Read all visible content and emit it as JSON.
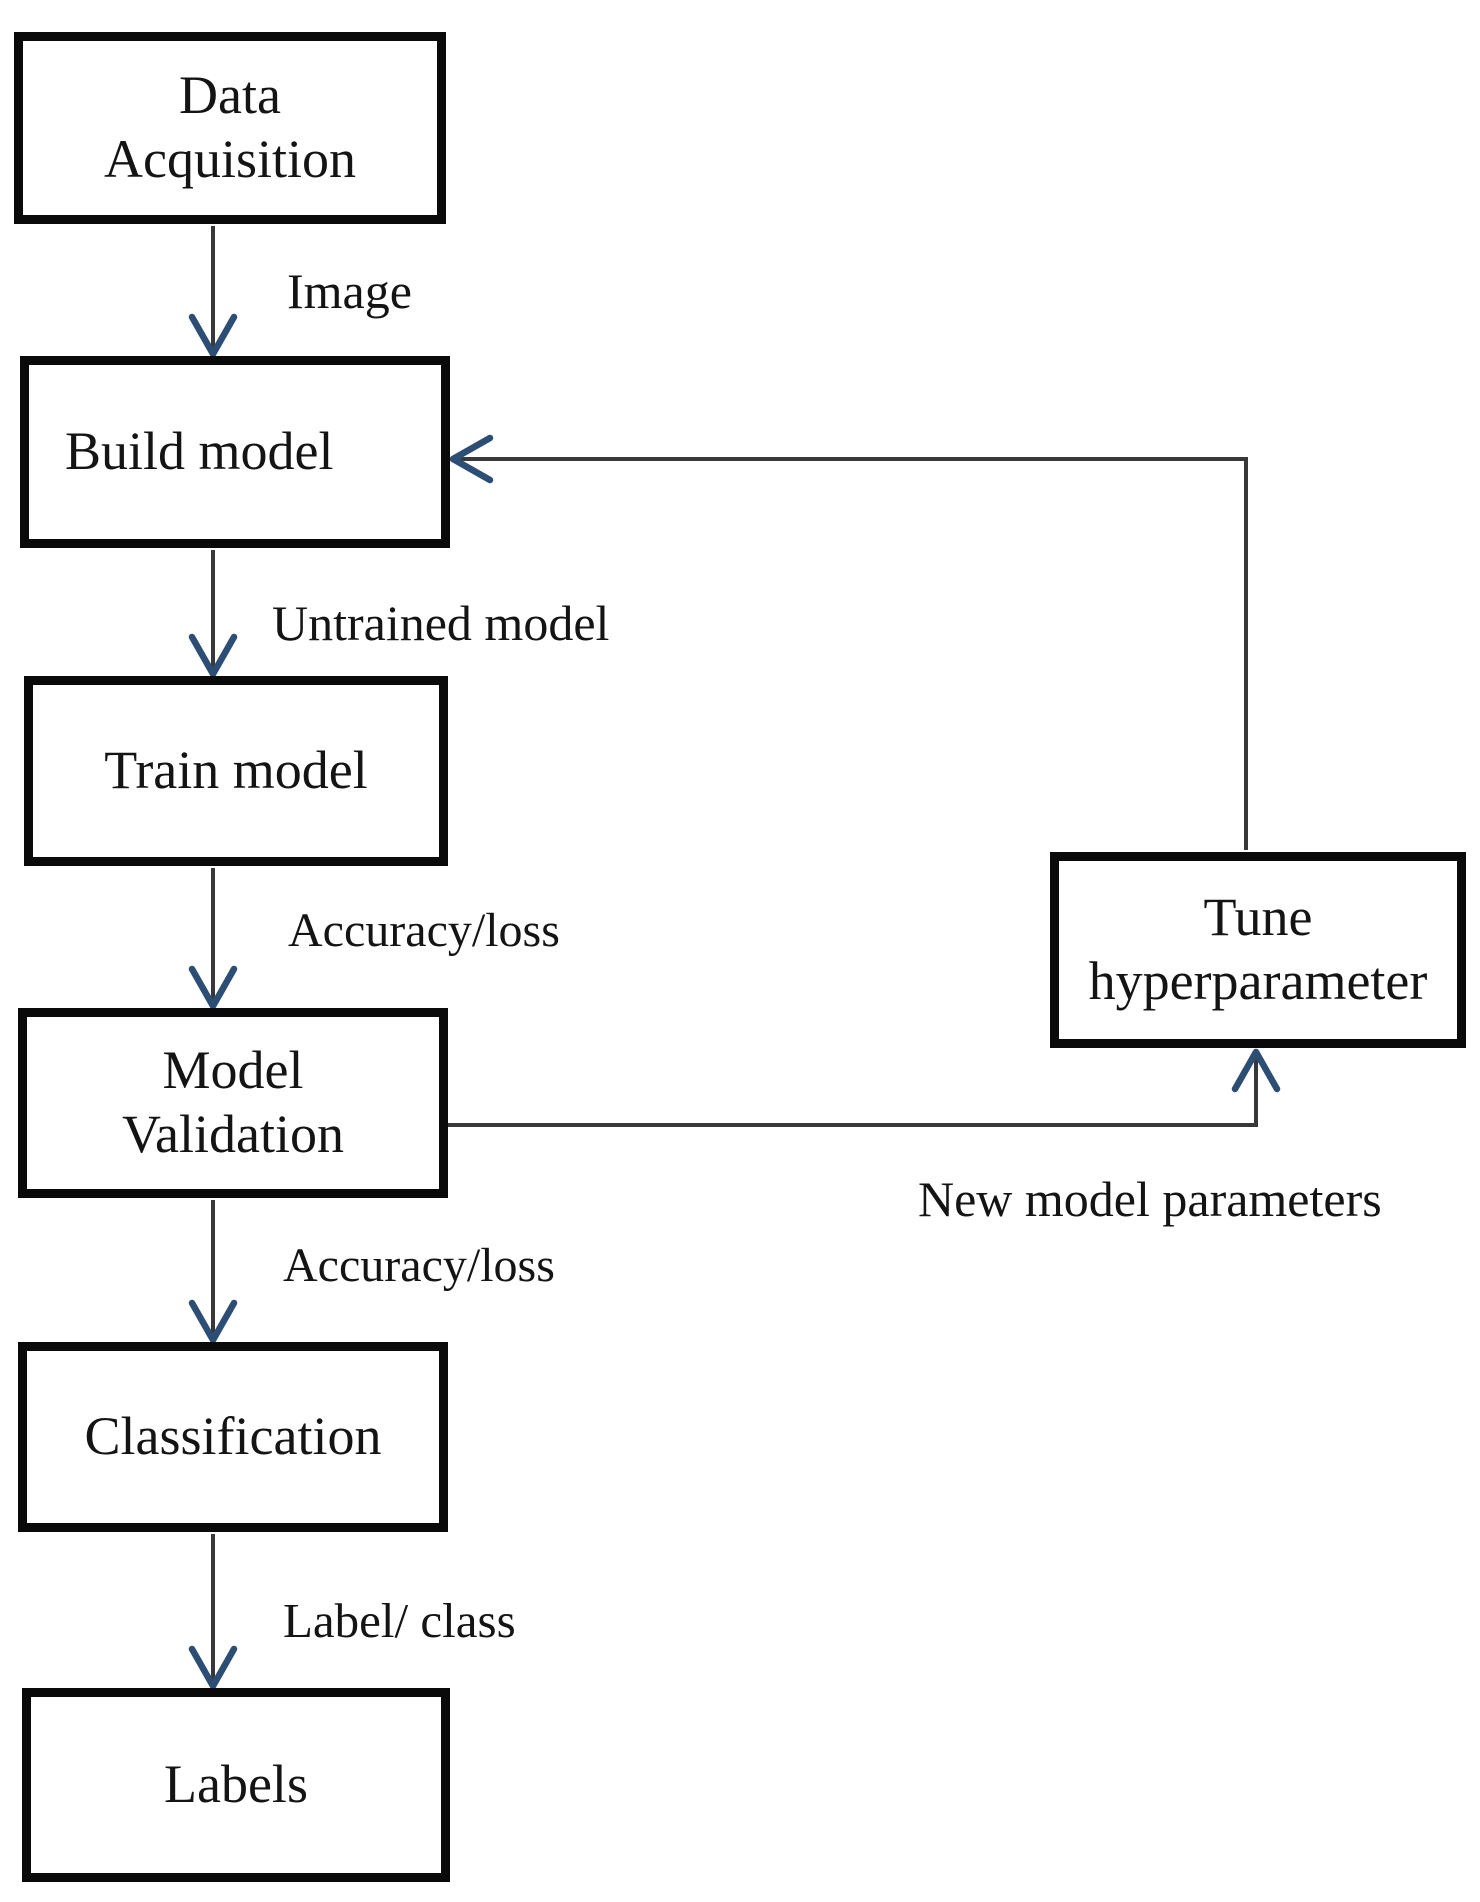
{
  "diagram": {
    "type": "flowchart",
    "background": "#ffffff",
    "nodes": [
      {
        "id": "data_acquisition",
        "label": "Data\nAcquisition"
      },
      {
        "id": "build_model",
        "label": "Build model"
      },
      {
        "id": "train_model",
        "label": "Train model"
      },
      {
        "id": "model_validation",
        "label": "Model\nValidation"
      },
      {
        "id": "classification",
        "label": "Classification"
      },
      {
        "id": "labels",
        "label": "Labels"
      },
      {
        "id": "tune_hyperparameter",
        "label": "Tune\nhyperparameter"
      }
    ],
    "edges": [
      {
        "from": "data_acquisition",
        "to": "build_model",
        "label": "Image"
      },
      {
        "from": "build_model",
        "to": "train_model",
        "label": "Untrained model"
      },
      {
        "from": "train_model",
        "to": "model_validation",
        "label": "Accuracy/loss"
      },
      {
        "from": "model_validation",
        "to": "classification",
        "label": "Accuracy/loss"
      },
      {
        "from": "classification",
        "to": "labels",
        "label": "Label/ class"
      },
      {
        "from": "model_validation",
        "to": "tune_hyperparameter",
        "label": "New model parameters"
      },
      {
        "from": "tune_hyperparameter",
        "to": "build_model",
        "label": ""
      }
    ],
    "colors": {
      "box_border": "#0a0a0a",
      "box_fill": "#ffffff",
      "line": "#383838",
      "arrowhead": "#2d4e74",
      "text": "#141414"
    }
  }
}
